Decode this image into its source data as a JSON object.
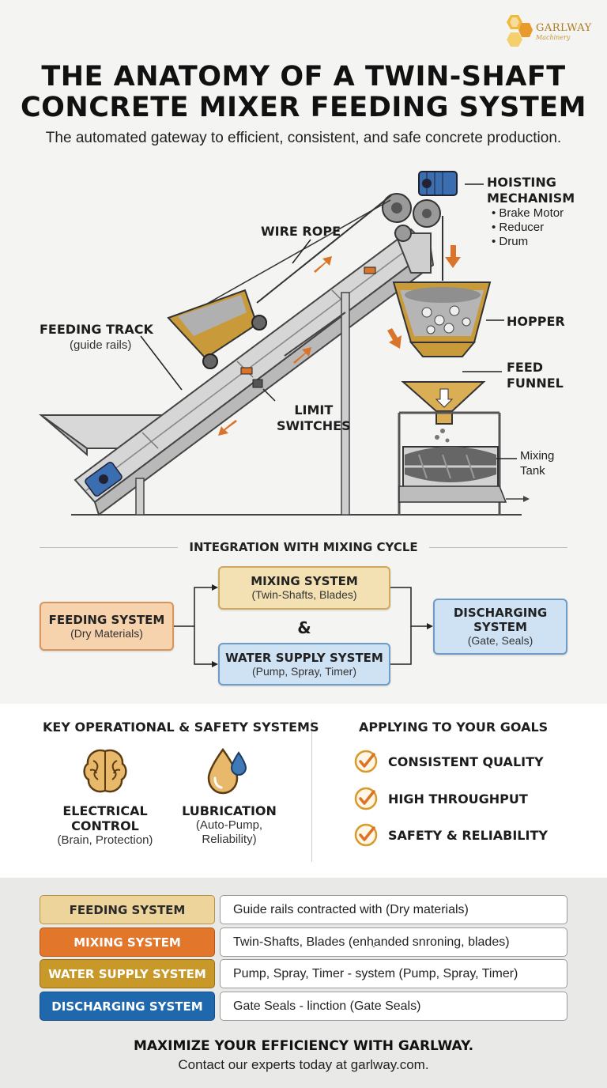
{
  "logo": {
    "name": "GARLWAY",
    "sub": "Machinery"
  },
  "title": "THE ANATOMY OF A TWIN-SHAFT CONCRETE MIXER FEEDING SYSTEM",
  "subtitle": "The automated gateway to efficient, consistent, and safe concrete production.",
  "machine": {
    "hoisting_title_1": "HOISTING",
    "hoisting_title_2": "MECHANISM",
    "hoisting_items": [
      "Brake Motor",
      "Reducer",
      "Drum"
    ],
    "wire_rope": "WIRE ROPE",
    "hopper": "HOPPER",
    "feeding_track": "FEEDING TRACK",
    "feeding_track_sub": "(guide rails)",
    "feed_funnel_1": "FEED",
    "feed_funnel_2": "FUNNEL",
    "limit_switches_1": "LIMIT",
    "limit_switches_2": "SWITCHES",
    "mixing_tank_1": "Mixing",
    "mixing_tank_2": "Tank"
  },
  "integration": {
    "heading": "INTEGRATION WITH MIXING CYCLE",
    "feeding": {
      "title": "FEEDING SYSTEM",
      "sub": "(Dry Materials)"
    },
    "mixing": {
      "title": "MIXING SYSTEM",
      "sub": "(Twin-Shafts, Blades)"
    },
    "amp": "&",
    "water": {
      "title": "WATER SUPPLY SYSTEM",
      "sub": "(Pump, Spray, Timer)"
    },
    "discharging": {
      "title_1": "DISCHARGING",
      "title_2": "SYSTEM",
      "sub": "(Gate, Seals)"
    }
  },
  "operational": {
    "heading": "KEY OPERATIONAL & SAFETY SYSTEMS",
    "electrical": {
      "title_1": "ELECTRICAL",
      "title_2": "CONTROL",
      "sub": "(Brain, Protection)",
      "icon": "brain-icon"
    },
    "lubrication": {
      "title": "LUBRICATION",
      "sub_1": "(Auto-Pump,",
      "sub_2": "Reliability)",
      "icon": "oil-drop-icon"
    }
  },
  "goals": {
    "heading": "APPLYING TO YOUR GOALS",
    "items": [
      "CONSISTENT QUALITY",
      "HIGH THROUGHPUT",
      "SAFETY & RELIABILITY"
    ]
  },
  "table": {
    "rows": [
      {
        "name": "FEEDING SYSTEM",
        "desc": "Guide rails contracted with (Dry materials)"
      },
      {
        "name": "MIXING SYSTEM",
        "desc": "Twin-Shafts, Blades (enhַanded snroning, blades)"
      },
      {
        "name": "WATER SUPPLY SYSTEM",
        "desc": "Pump, Spray, Timer - system (Pump, Spray, Timer)"
      },
      {
        "name": "DISCHARGING SYSTEM",
        "desc": "Gate Seals - linction (Gate Seals)"
      }
    ]
  },
  "cta": {
    "line1": "MAXIMIZE YOUR EFFICIENCY WITH GARLWAY.",
    "line2": "Contact our experts today at garlway.com."
  },
  "colors": {
    "feeding": "#ecd49a",
    "mixing": "#e2762a",
    "water": "#c89828",
    "discharging": "#1f68ad",
    "arrow": "#d9742a",
    "check": "#d79a2b"
  }
}
